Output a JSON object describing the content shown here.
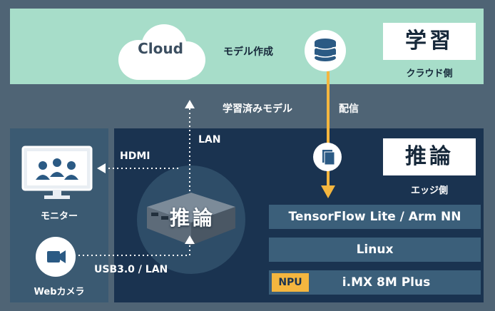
{
  "cloud_zone": {
    "cloud_label": "Cloud",
    "model_creation": "モデル作成",
    "title": "学習",
    "subtitle": "クラウド側"
  },
  "flow": {
    "trained_model": "学習済みモデル",
    "delivery": "配信",
    "lan": "LAN",
    "hdmi": "HDMI",
    "usb": "USB3.0 / LAN"
  },
  "devices": {
    "monitor": "モニター",
    "camera": "Webカメラ",
    "inference_device": "推論"
  },
  "edge_zone": {
    "title": "推論",
    "subtitle": "エッジ側",
    "stack": [
      "TensorFlow Lite / Arm NN",
      "Linux",
      "i.MX 8M Plus"
    ],
    "npu_tag": "NPU"
  },
  "colors": {
    "cloud_band": "#a7ddc9",
    "edge_panel": "#1a3350",
    "arrow": "#f4b63f",
    "bar": "#3b5f7a"
  }
}
